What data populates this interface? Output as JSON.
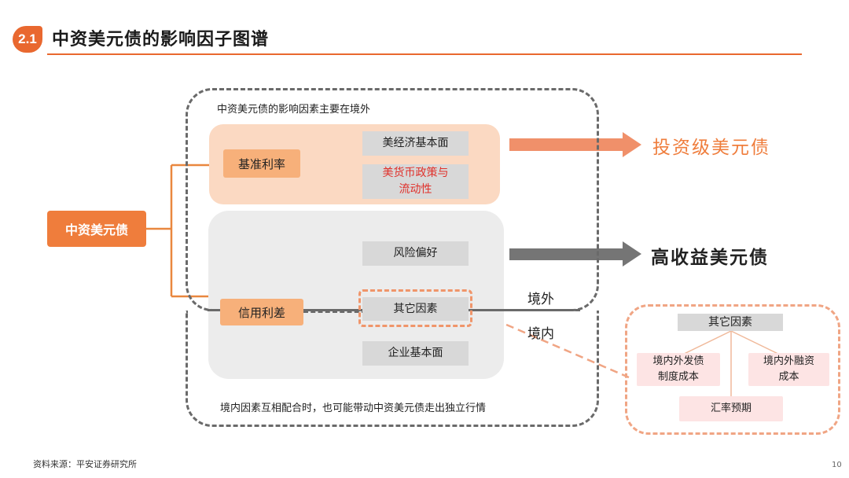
{
  "header": {
    "section_number": "2.1",
    "title": "中资美元债的影响因子图谱"
  },
  "diagram": {
    "overseas_caption": "中资美元债的影响因素主要在境外",
    "root": "中资美元债",
    "factor_benchmark_rate": "基准利率",
    "factor_credit_spread": "信用利差",
    "us_economy": "美经济基本面",
    "us_monetary_policy_line1": "美货币政策与",
    "us_monetary_policy_line2": "流动性",
    "risk_appetite": "风险偏好",
    "other_factors": "其它因素",
    "corporate_fundamentals": "企业基本面",
    "label_overseas": "境外",
    "label_domestic": "境内",
    "domestic_caption": "境内因素互相配合时，也可能带动中资美元债走出独立行情",
    "investment_grade": "投资级美元债",
    "high_yield": "高收益美元债",
    "detail": {
      "title": "其它因素",
      "item1_line1": "境内外发债",
      "item1_line2": "制度成本",
      "item2_line1": "境内外融资",
      "item2_line2": "成本",
      "item3": "汇率预期"
    }
  },
  "footer": {
    "source": "资料来源：平安证券研究所",
    "page": "10"
  },
  "colors": {
    "accent": "#e9682f",
    "red_text": "#e0302a",
    "orange_arrow": "#f0906a",
    "gray_arrow": "#757575"
  }
}
